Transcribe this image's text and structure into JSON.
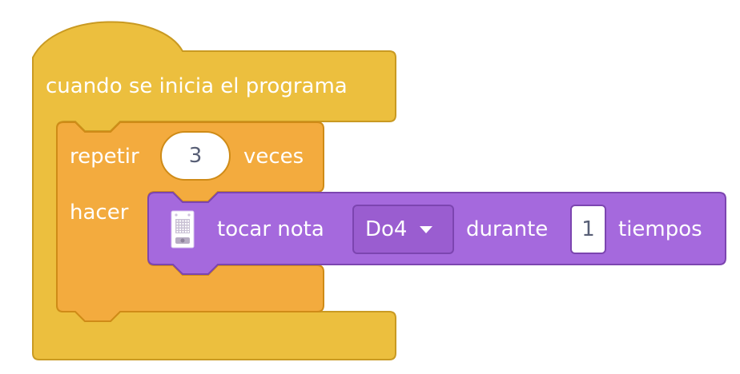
{
  "hat_block": {
    "label": "cuando se inicia el programa",
    "color": "#ecbf3e"
  },
  "repeat_block": {
    "label_repeat": "repetir",
    "times_value": "3",
    "label_times": "veces",
    "label_do": "hacer",
    "color": "#f3ab3e"
  },
  "play_note_block": {
    "icon": "microbit-board-icon",
    "label_play": "tocar nota",
    "note_value": "Do4",
    "label_for": "durante",
    "beats_value": "1",
    "label_beats": "tiempos",
    "color": "#a569dd"
  }
}
